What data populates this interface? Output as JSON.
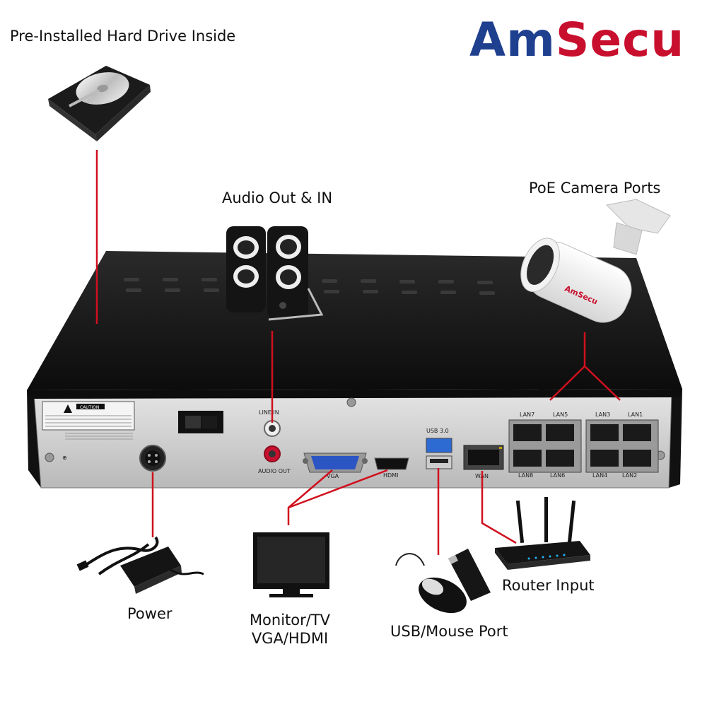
{
  "brand": {
    "logo_part1": "Am",
    "logo_part2": "Secu",
    "camera_logo": "AmSecu",
    "colors": {
      "blue": "#1f3f8f",
      "red": "#c8102e"
    }
  },
  "callouts": {
    "hard_drive": "Pre-Installed Hard Drive Inside",
    "audio": "Audio Out & IN",
    "poe": "PoE Camera Ports",
    "power": "Power",
    "monitor_line1": "Monitor/TV",
    "monitor_line2": "VGA/HDMI",
    "usb": "USB/Mouse Port",
    "router": "Router Input"
  },
  "panel_labels": {
    "line_in": "LINE IN",
    "audio_out": "AUDIO OUT",
    "vga": "VGA",
    "hdmi": "HDMI",
    "usb3": "USB 3.0",
    "wan": "WAN",
    "lan7": "LAN7",
    "lan5": "LAN5",
    "lan3": "LAN3",
    "lan1": "LAN1",
    "lan8": "LAN8",
    "lan6": "LAN6",
    "lan4": "LAN4",
    "lan2": "LAN2",
    "caution": "CAUTION"
  },
  "icons": {
    "hard_drive": "hard-drive-icon",
    "speakers": "speakers-icon",
    "camera": "bullet-camera-icon",
    "power_adapter": "power-adapter-icon",
    "monitor": "monitor-icon",
    "mouse": "mouse-icon",
    "usb_stick": "usb-stick-icon",
    "router": "router-icon"
  }
}
